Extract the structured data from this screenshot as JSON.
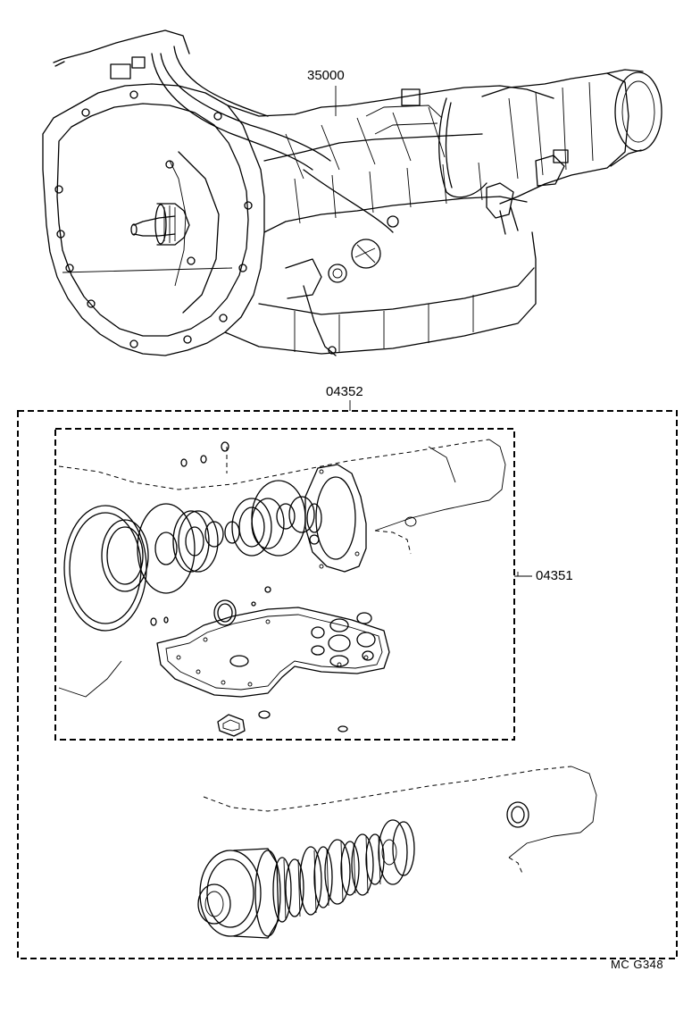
{
  "diagram": {
    "parts": [
      {
        "id": "transmission",
        "number": "35000"
      },
      {
        "id": "overhaul-kit",
        "number": "04352"
      },
      {
        "id": "gasket-kit",
        "number": "04351"
      }
    ],
    "drawing_code": "MC  G348"
  }
}
